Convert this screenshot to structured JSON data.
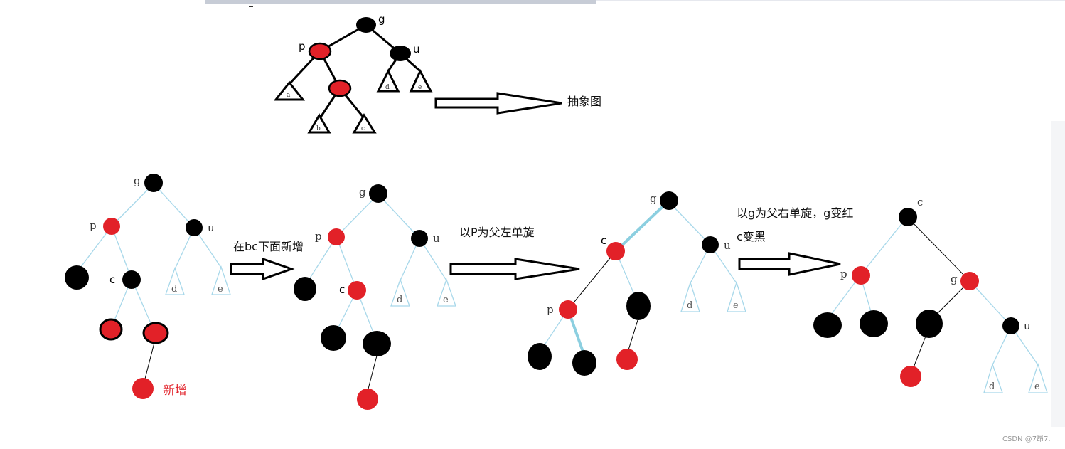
{
  "colors": {
    "red": "#e22128",
    "black": "#000000",
    "edge": "#a8d8ea",
    "highlight": "#8ccfe0"
  },
  "abstract": {
    "labels": {
      "g": "g",
      "p": "p",
      "u": "u"
    },
    "subtrees": {
      "a": "a",
      "b": "b",
      "c": "c",
      "d": "d",
      "e": "e"
    },
    "caption": "抽象图"
  },
  "step1": {
    "labels": {
      "g": "g",
      "p": "p",
      "u": "u",
      "c": "c",
      "d": "d",
      "e": "e"
    },
    "new_node_label": "新增",
    "arrow_caption": "在bc下面新增"
  },
  "step2": {
    "labels": {
      "g": "g",
      "p": "p",
      "u": "u",
      "c": "c",
      "d": "d",
      "e": "e"
    },
    "arrow_caption": "以P为父左单旋"
  },
  "step3": {
    "labels": {
      "g": "g",
      "c": "c",
      "u": "u",
      "p": "p",
      "d": "d",
      "e": "e"
    },
    "arrow_caption_line1": "以g为父右单旋，g变红",
    "arrow_caption_line2": "c变黑"
  },
  "step4": {
    "labels": {
      "c": "c",
      "p": "p",
      "g": "g",
      "u": "u",
      "d": "d",
      "e": "e"
    }
  },
  "watermark": "CSDN @7昂7."
}
